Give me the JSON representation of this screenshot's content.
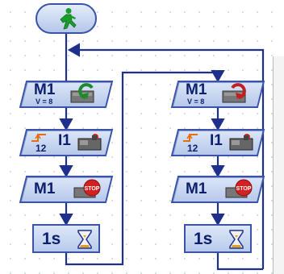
{
  "colors": {
    "wire": "#1f2f8c",
    "block_border": "#3a52a8",
    "block_fill_top": "#dce6f7",
    "block_fill_bottom": "#b6c8ea",
    "text": "#0b1f6e",
    "stop_red": "#d42020",
    "green_figure": "#1a9c2a",
    "sand": "#e0a020"
  },
  "start": {
    "icon": "green-walking-man-icon"
  },
  "left_column": {
    "motor_block": {
      "label": "M1",
      "sub": "V = 8",
      "icon": "motor-rotate-left-icon"
    },
    "input_block": {
      "label": "I1",
      "number": "12",
      "icon": "switch-sensor-icon",
      "edge_icon": "rising-edge-icon"
    },
    "stop_block": {
      "label": "M1",
      "icon": "motor-stop-icon"
    },
    "wait_block": {
      "label": "1s",
      "icon": "hourglass-icon"
    }
  },
  "right_column": {
    "motor_block": {
      "label": "M1",
      "sub": "V = 8",
      "icon": "motor-rotate-right-icon"
    },
    "input_block": {
      "label": "I1",
      "number": "12",
      "icon": "switch-sensor-icon",
      "edge_icon": "rising-edge-icon"
    },
    "stop_block": {
      "label": "M1",
      "icon": "motor-stop-icon"
    },
    "wait_block": {
      "label": "1s",
      "icon": "hourglass-icon"
    }
  }
}
